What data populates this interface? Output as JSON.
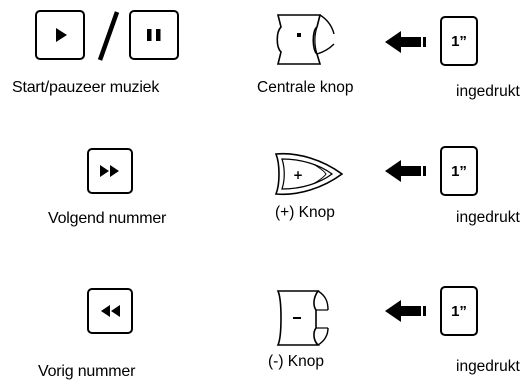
{
  "rows": [
    {
      "action_label": "Start/pauzeer muziek",
      "button_label": "Centrale knop",
      "duration": "1”",
      "state_label": "ingedrukt",
      "icons": [
        "play-icon",
        "pause-icon"
      ]
    },
    {
      "action_label": "Volgend nummer",
      "button_label": "(+) Knop",
      "duration": "1”",
      "state_label": "ingedrukt",
      "icons": [
        "fast-forward-icon"
      ]
    },
    {
      "action_label": "Vorig nummer",
      "button_label": "(-) Knop",
      "duration": "1”",
      "state_label": "ingedrukt",
      "icons": [
        "rewind-icon"
      ]
    }
  ]
}
